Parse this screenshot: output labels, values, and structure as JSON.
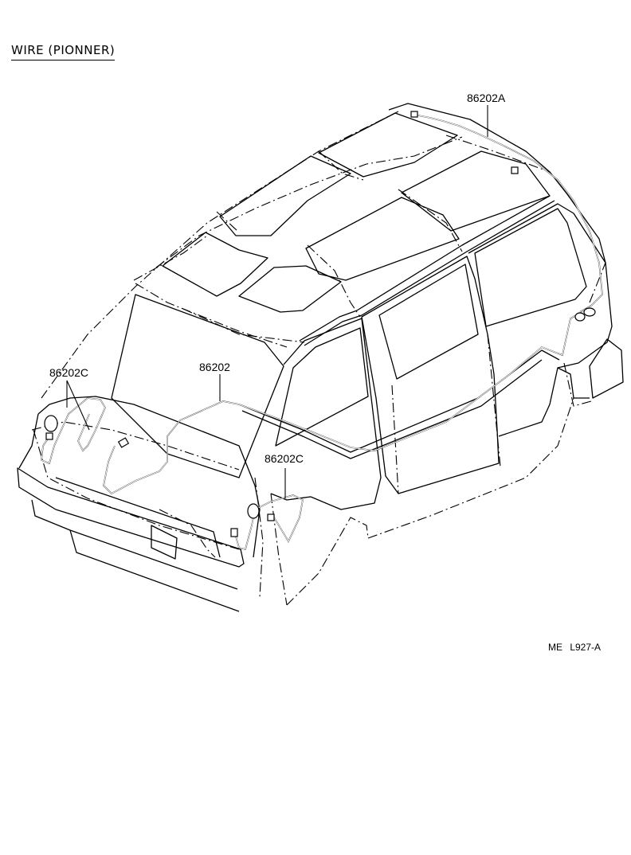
{
  "header": {
    "title": "WIRE (PIONNER)"
  },
  "callouts": {
    "roof_wire": "86202A",
    "front_left_wire": "86202C",
    "main_wire": "86202",
    "front_right_wire": "86202C"
  },
  "footer": {
    "code": "ME  L927-A"
  }
}
